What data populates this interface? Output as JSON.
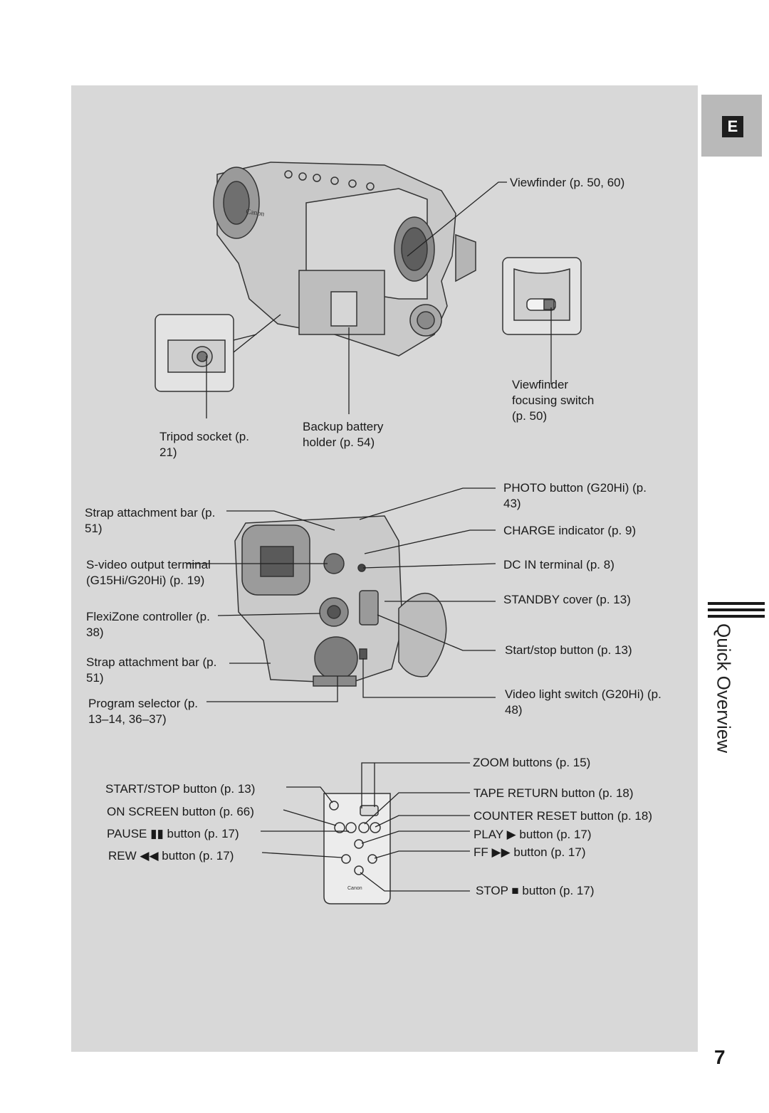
{
  "tab_letter": "E",
  "section_title": "Quick Overview",
  "page_number": "7",
  "camcorder_top": {
    "viewfinder": "Viewfinder (p. 50, 60)",
    "viewfinder_focusing_switch": "Viewfinder focusing switch (p. 50)",
    "backup_battery_holder": "Backup battery holder (p. 54)",
    "tripod_socket": "Tripod socket (p. 21)",
    "brand": "Canon"
  },
  "camcorder_rear": {
    "strap_bar_upper": "Strap attachment bar (p. 51)",
    "s_video": "S-video output terminal (G15Hi/G20Hi) (p. 19)",
    "flexizone": "FlexiZone controller (p. 38)",
    "strap_bar_lower": "Strap attachment bar (p. 51)",
    "program_selector": "Program selector (p. 13–14, 36–37)",
    "photo_button": "PHOTO button (G20Hi) (p. 43)",
    "charge_indicator": "CHARGE indicator (p. 9)",
    "dc_in": "DC IN terminal (p. 8)",
    "standby_cover": "STANDBY cover (p. 13)",
    "start_stop": "Start/stop button (p. 13)",
    "video_light": "Video light switch (G20Hi) (p. 48)"
  },
  "remote": {
    "start_stop": "START/STOP button (p. 13)",
    "on_screen": "ON SCREEN button (p. 66)",
    "pause": "PAUSE ▮▮ button (p. 17)",
    "rew": "REW ◀◀ button (p. 17)",
    "zoom": "ZOOM buttons (p. 15)",
    "tape_return": "TAPE RETURN button (p. 18)",
    "counter_reset": "COUNTER RESET button (p. 18)",
    "play": "PLAY ▶ button (p. 17)",
    "ff": "FF ▶▶ button (p. 17)",
    "stop": "STOP ■ button (p. 17)",
    "brand": "Canon"
  }
}
